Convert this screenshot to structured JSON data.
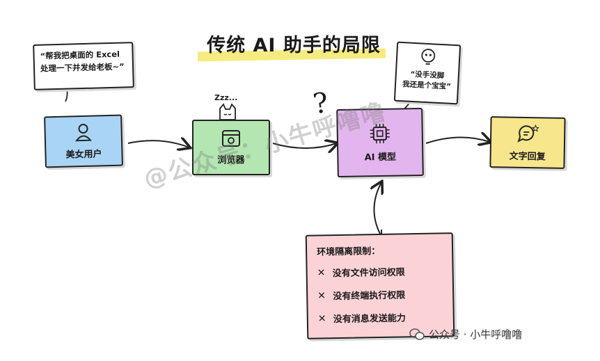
{
  "title": "传统 AI 助手的局限",
  "user_quote": "“帮我把桌面的 Excel 处理一下并发给老板~”",
  "model_quote": "“没手没脚\n我还是个宝宝”",
  "sleep_text": "Zzz...",
  "question_mark": "?",
  "nodes": {
    "user": "美女用户",
    "browser": "浏览器",
    "model": "AI 模型",
    "reply": "文字回复"
  },
  "limits": {
    "heading": "环境隔离限制：",
    "items": [
      "没有文件访问权限",
      "没有终端执行权限",
      "没有消息发送能力"
    ]
  },
  "watermark": "@公众号：小牛呼噜噜",
  "footer": "公众号 · 小牛呼噜噜",
  "colors": {
    "user": "#a9d4f5",
    "browser": "#b4e6b1",
    "model": "#e3b5ee",
    "reply": "#f8e68c",
    "limits": "#fbd3d6",
    "highlight": "#f4e86a"
  }
}
